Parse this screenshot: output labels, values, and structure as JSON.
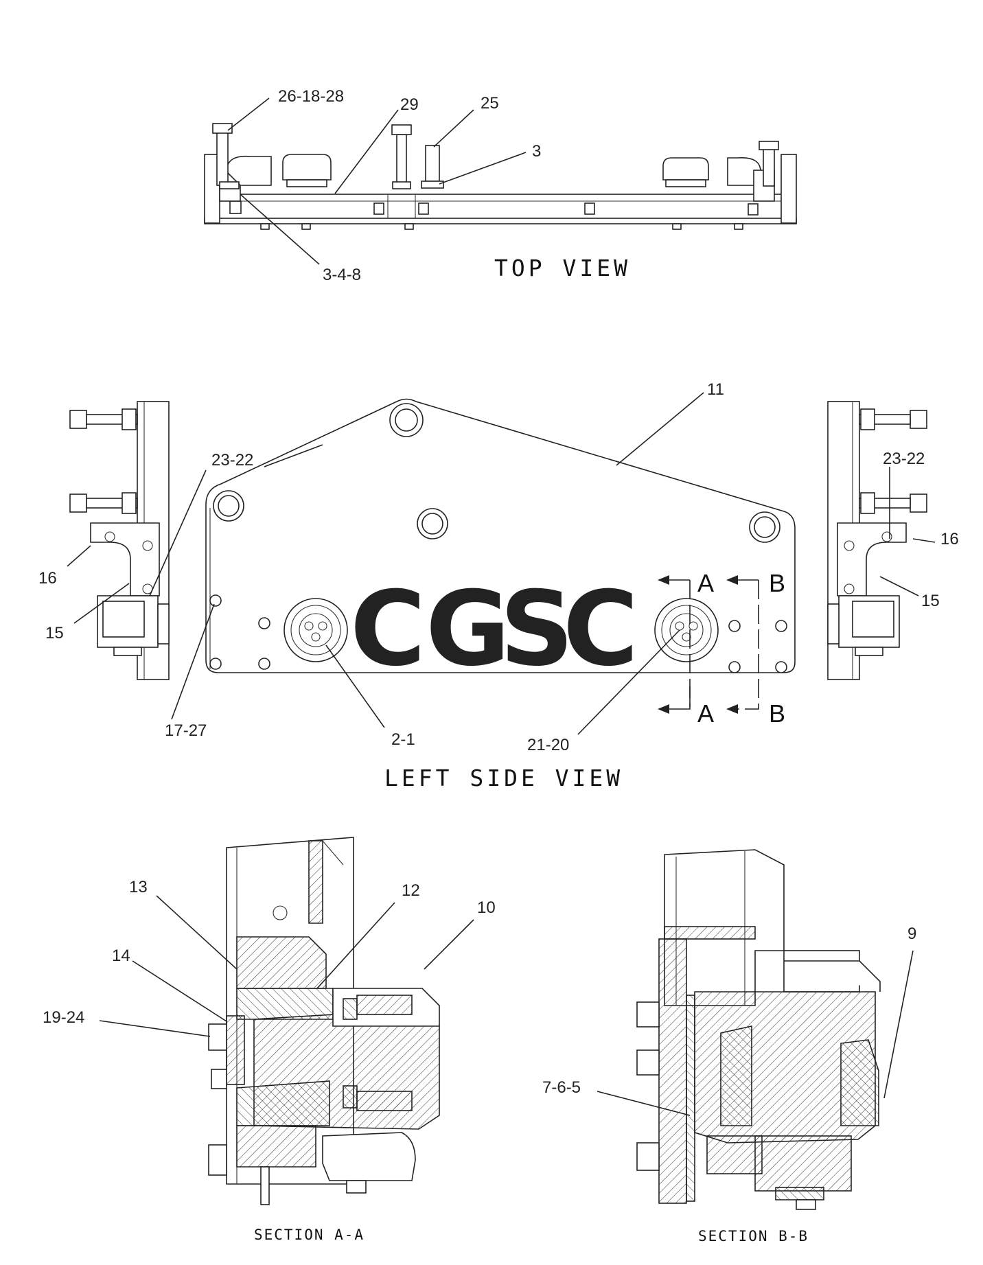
{
  "views": {
    "top": {
      "title": "TOP VIEW"
    },
    "left_side": {
      "title": "LEFT SIDE VIEW"
    },
    "section_a": {
      "title": "SECTION A-A"
    },
    "section_b": {
      "title": "SECTION B-B"
    }
  },
  "section_markers": {
    "a": "A",
    "b": "B"
  },
  "callouts": {
    "top": [
      "26-18-28",
      "29",
      "25",
      "3",
      "3-4-8"
    ],
    "side": [
      "11",
      "23-22",
      "16",
      "15",
      "17-27",
      "2-1",
      "21-20",
      "23-22",
      "16",
      "15"
    ],
    "section_a": [
      "13",
      "12",
      "10",
      "14",
      "19-24"
    ],
    "section_b": [
      "9",
      "7-6-5"
    ]
  },
  "watermark": {
    "letters": [
      "C",
      "G",
      "S",
      "C"
    ],
    "colors": [
      "#6f9ff0",
      "#ef8a80",
      "#f5d96a",
      "#6fc29a"
    ]
  },
  "colors": {
    "line": "#222222",
    "background": "#ffffff"
  }
}
